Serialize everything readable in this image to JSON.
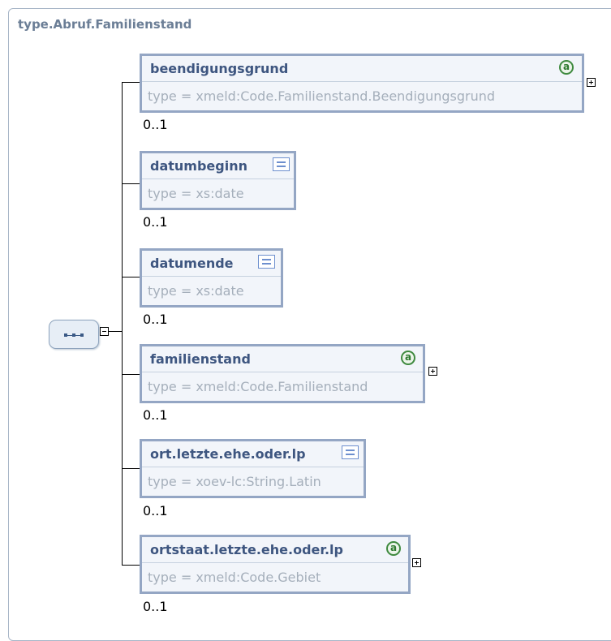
{
  "diagram": {
    "title": "type.Abruf.Familienstand",
    "compositor": "sequence",
    "elements": [
      {
        "name": "beendigungsgrund",
        "type": "type = xmeld:Code.Familienstand.Beendigungsgrund",
        "cardinality": "0..1",
        "icon": "attribute-icon",
        "expandable": true
      },
      {
        "name": "datumbeginn",
        "type": "type = xs:date",
        "cardinality": "0..1",
        "icon": "documentation-icon",
        "expandable": false
      },
      {
        "name": "datumende",
        "type": "type = xs:date",
        "cardinality": "0..1",
        "icon": "documentation-icon",
        "expandable": false
      },
      {
        "name": "familienstand",
        "type": "type = xmeld:Code.Familienstand",
        "cardinality": "0..1",
        "icon": "attribute-icon",
        "expandable": true
      },
      {
        "name": "ort.letzte.ehe.oder.lp",
        "type": "type = xoev-lc:String.Latin",
        "cardinality": "0..1",
        "icon": "documentation-icon",
        "expandable": false
      },
      {
        "name": "ortstaat.letzte.ehe.oder.lp",
        "type": "type = xmeld:Code.Gebiet",
        "cardinality": "0..1",
        "icon": "attribute-icon",
        "expandable": true
      }
    ],
    "attribute_icon_glyph": "a",
    "colors": {
      "element_border": "#94a6c4",
      "element_name": "#3e5680",
      "type_text": "#a5afbb",
      "attribute_icon": "#3f8a3f",
      "documentation_icon": "#6d8fce"
    }
  }
}
